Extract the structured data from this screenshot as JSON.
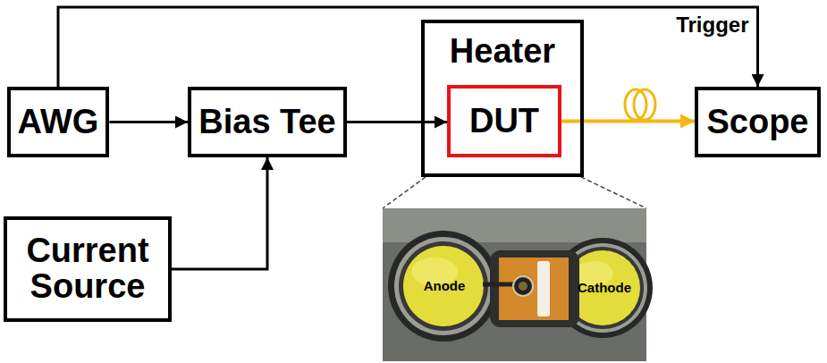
{
  "diagram": {
    "nodes": [
      {
        "text": [
          "AWG"
        ]
      },
      {
        "text": [
          "Bias Tee"
        ]
      },
      {
        "text": [
          "Heater"
        ]
      },
      {
        "text": [
          "DUT"
        ],
        "in": 2
      },
      {
        "text": [
          "Scope"
        ]
      },
      {
        "text": [
          "Current Source"
        ]
      }
    ],
    "edges": [
      {
        "from": 0,
        "to": 1,
        "arrow": "to"
      },
      {
        "from": 0,
        "to": 4,
        "arrow": "to",
        "label": "Trigger"
      },
      {
        "from": 1,
        "to": 3,
        "arrow": "to"
      },
      {
        "from": 5,
        "to": 1,
        "arrow": "to"
      },
      {
        "from": 3,
        "to": 4,
        "arrow": "to"
      }
    ],
    "labels": [
      "Anode",
      "Cathode"
    ]
  }
}
